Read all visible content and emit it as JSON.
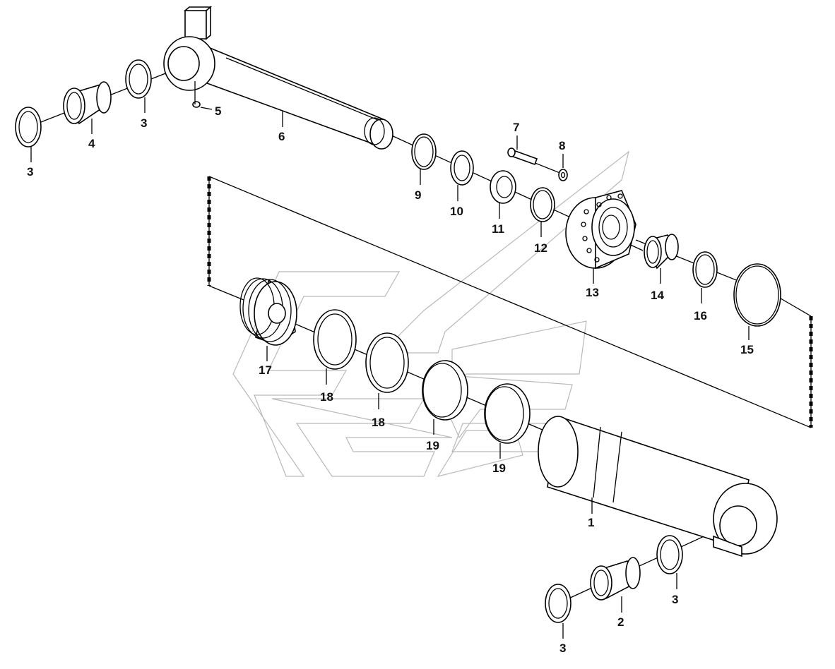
{
  "diagram": {
    "labels": {
      "p1": "1",
      "p2": "2",
      "p3a": "3",
      "p3b": "3",
      "p3c": "3",
      "p3d": "3",
      "p4": "4",
      "p5": "5",
      "p6": "6",
      "p7": "7",
      "p8": "8",
      "p9": "9",
      "p10": "10",
      "p11": "11",
      "p12": "12",
      "p13": "13",
      "p14": "14",
      "p15": "15",
      "p16": "16",
      "p17": "17",
      "p18a": "18",
      "p18b": "18",
      "p19a": "19",
      "p19b": "19"
    },
    "colors": {
      "line": "#000000",
      "watermark": "#b9b9b9",
      "background": "#ffffff"
    }
  }
}
